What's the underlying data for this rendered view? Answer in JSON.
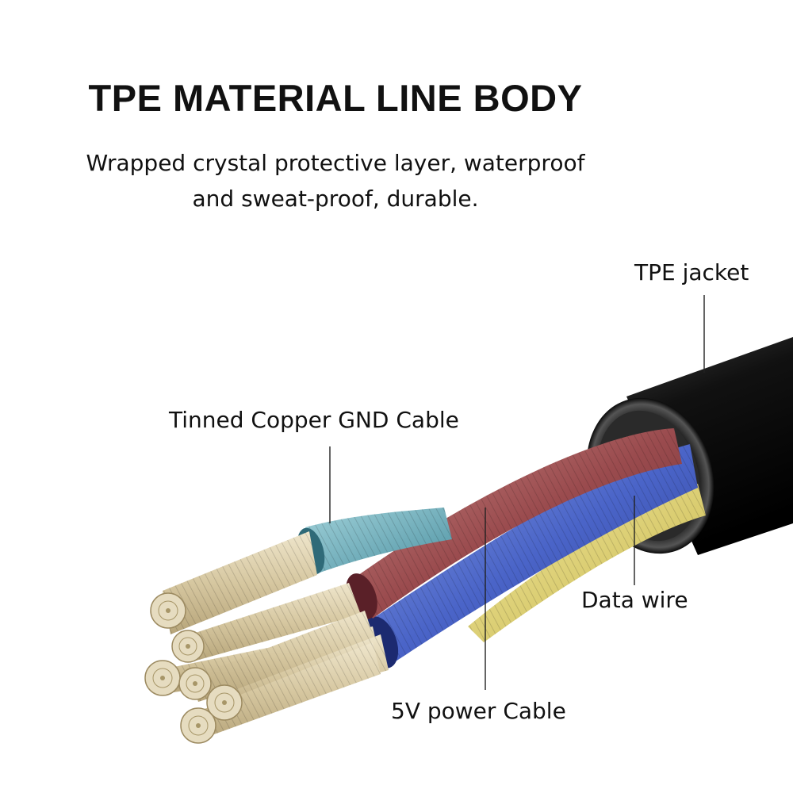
{
  "header": {
    "title": "TPE MATERIAL LINE BODY",
    "subtitle_line1": "Wrapped crystal protective layer, waterproof",
    "subtitle_line2": "and sweat-proof, durable."
  },
  "callouts": {
    "jacket": "TPE jacket",
    "gnd": "Tinned Copper GND Cable",
    "data": "Data wire",
    "power": "5V power Cable"
  },
  "colors": {
    "jacket": "#0d0d0d",
    "gnd_wire": "#5fa9b8",
    "power_wire": "#a8585a",
    "data_wire_blue": "#4a64c8",
    "data_wire_yellow": "#d8c85a",
    "copper_strands": "#d9ccaa"
  }
}
